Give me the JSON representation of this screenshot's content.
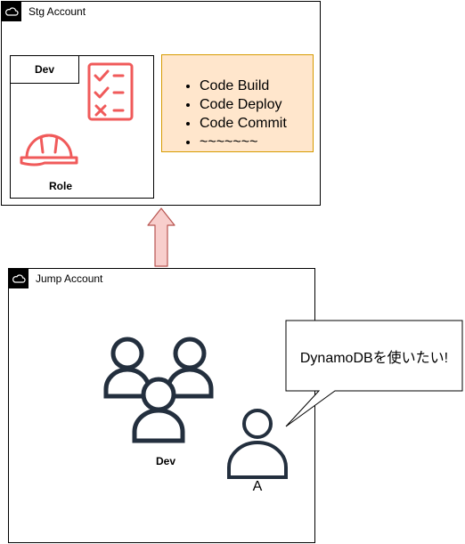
{
  "stg_account": {
    "title": "Stg Account"
  },
  "dev_group": {
    "title": "Dev",
    "role_label": "Role"
  },
  "services": {
    "items": [
      "Code Build",
      "Code Deploy",
      "Code Commit",
      "~~~~~~~"
    ]
  },
  "jump_account": {
    "title": "Jump Account"
  },
  "dev_users": {
    "label": "Dev"
  },
  "user_a": {
    "label": "A"
  },
  "speech_bubble": {
    "text": "DynamoDBを使いたい!"
  },
  "colors": {
    "role_red": "#f05a5a",
    "arrow_fill": "#f8cecc",
    "arrow_stroke": "#b85450",
    "user_icon": "#232f3e",
    "services_fill": "#ffe6cc",
    "services_stroke": "#d79b00"
  }
}
